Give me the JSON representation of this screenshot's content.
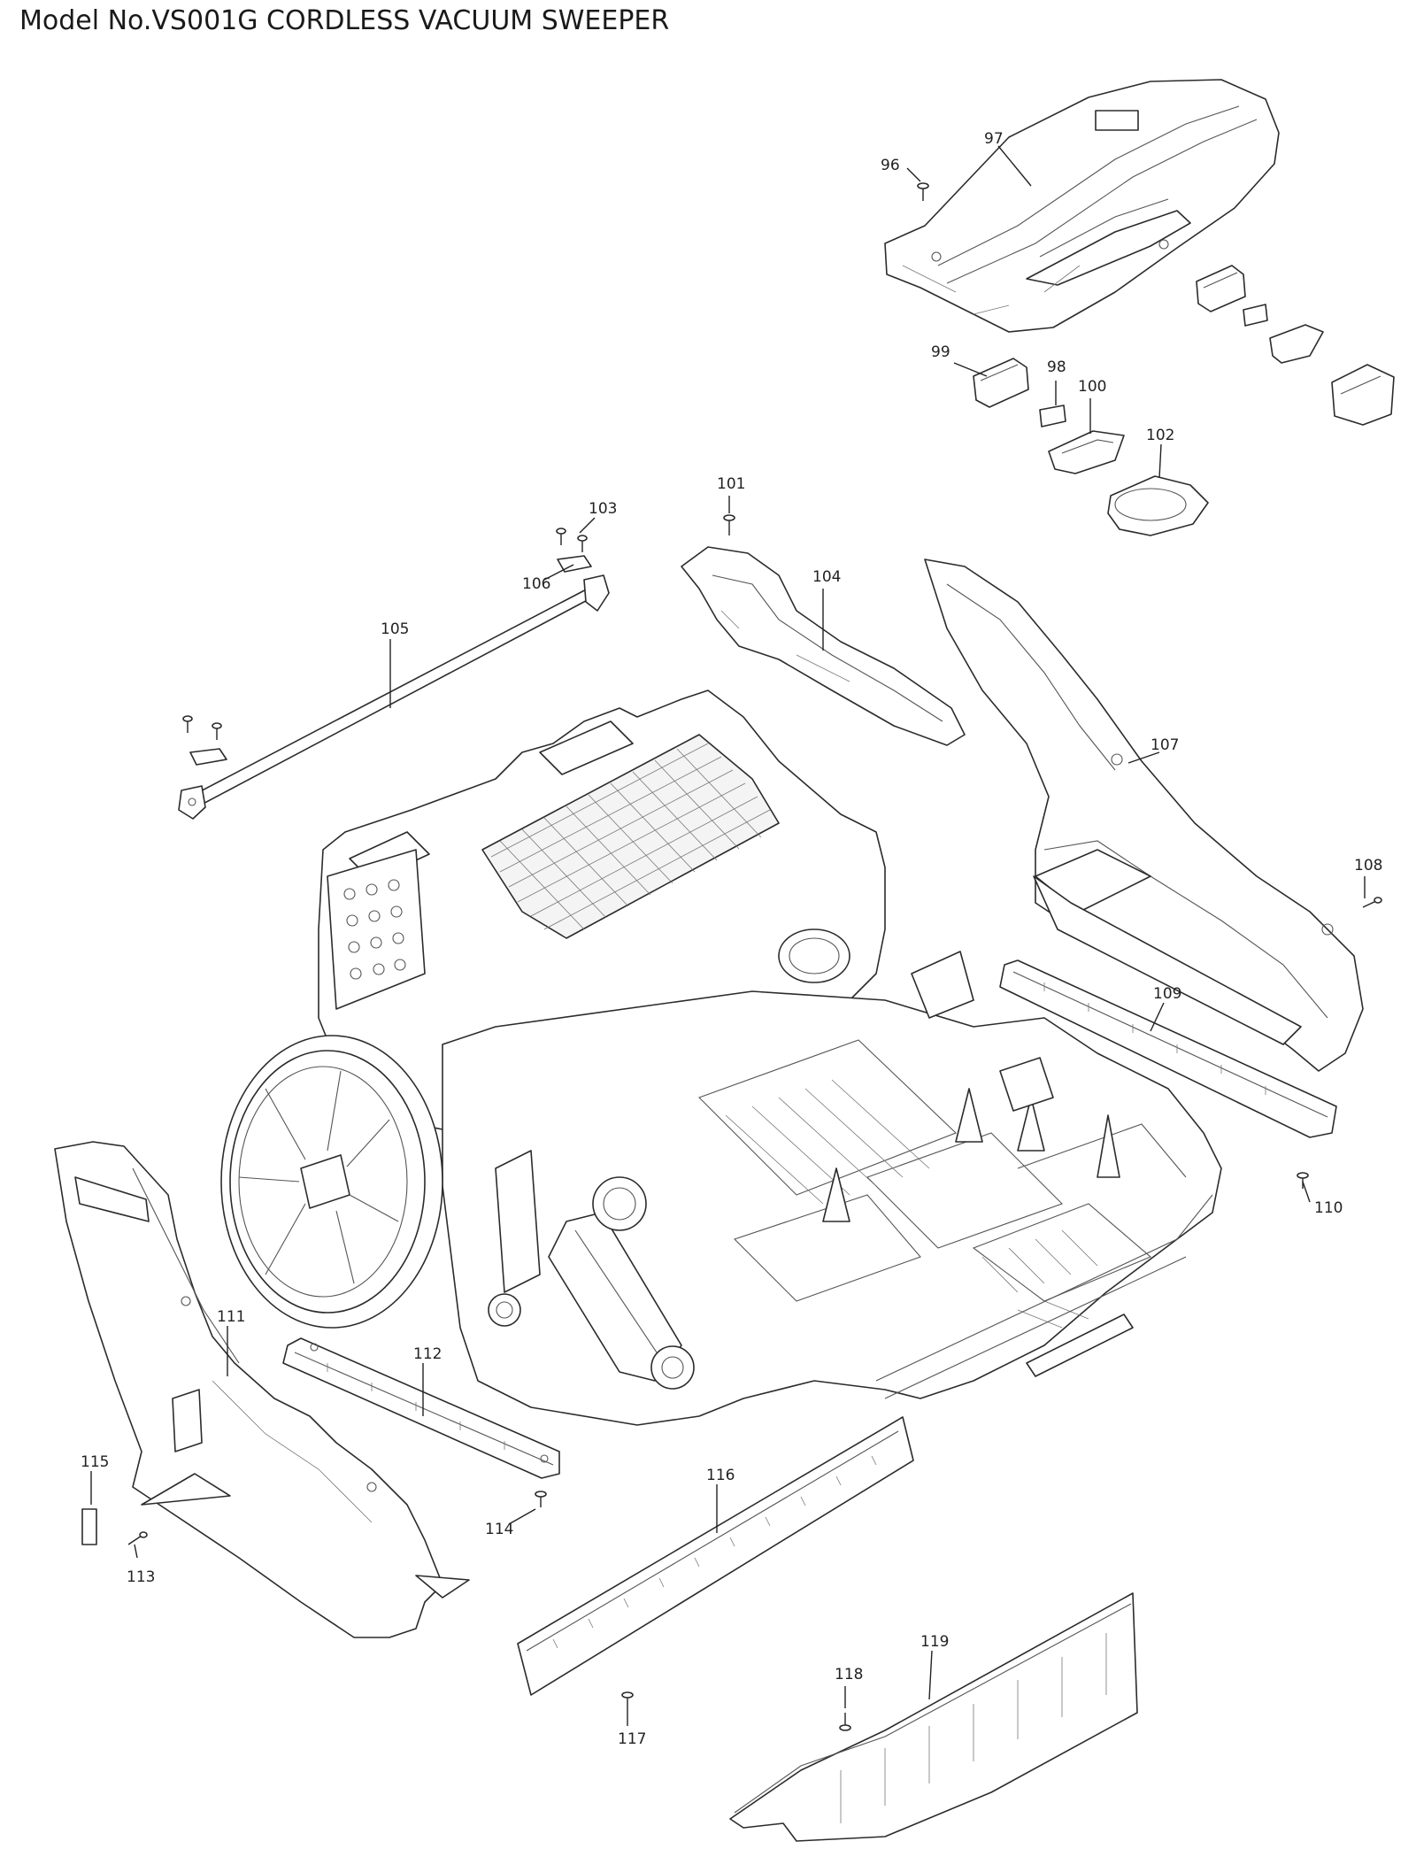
{
  "title": "Model No.VS001G CORDLESS VACUUM SWEEPER",
  "callouts": {
    "p96": "96",
    "p97": "97",
    "p98": "98",
    "p99": "99",
    "p100": "100",
    "p101": "101",
    "p102": "102",
    "p103": "103",
    "p104": "104",
    "p105": "105",
    "p106": "106",
    "p107": "107",
    "p108": "108",
    "p109": "109",
    "p110": "110",
    "p111": "111",
    "p112": "112",
    "p113": "113",
    "p114": "114",
    "p115": "115",
    "p116": "116",
    "p117": "117",
    "p118": "118",
    "p119": "119"
  }
}
